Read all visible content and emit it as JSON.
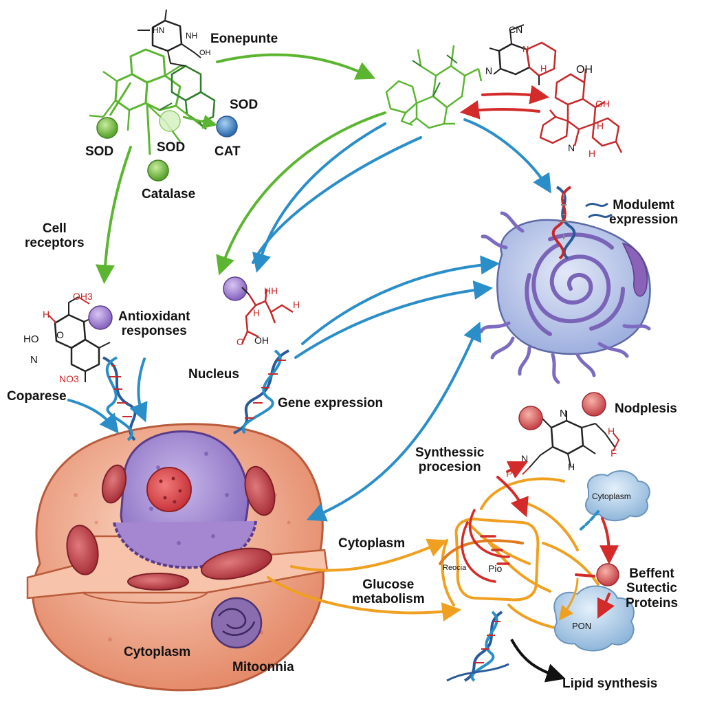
{
  "molecule_text": {
    "hn": "HN",
    "nh": "NH",
    "oh": "OH",
    "cn": "CN",
    "n": "N",
    "h": "H",
    "o": "O",
    "oh3": "OH3",
    "ho": "HO",
    "no3": "NO3",
    "hh": "HH",
    "f": "F",
    "p": "P"
  },
  "labels": {
    "eonepunte": "Eonepunte",
    "sod_1": "SOD",
    "sod_2": "SOD",
    "sod_3": "SOD",
    "cat": "CAT",
    "catalase": "Catalase",
    "cell_receptors": "Cell\nreceptors",
    "modulemt_expression": "Modulemt\nexpression",
    "antioxidant_responses": "Antioxidant\nresponses",
    "nucleus": "Nucleus",
    "coparese": "Coparese",
    "gene_expression": "Gene expression",
    "nodplesis": "Nodplesis",
    "synthessic_procesion": "Synthessic\nprocesion",
    "cytoplasm_bubble": "Cytoplasm",
    "cytoplasm_arrow": "Cytoplasm",
    "glucose_metabolism": "Glucose\nmetabolism",
    "beffent_proteins": "Beffent\nSutectic\nProteins",
    "pon": "PON",
    "reocia": "Reocia",
    "pio": "Pio",
    "cytoplasm_cell": "Cytoplasm",
    "mitoonnia": "Mitoonnia",
    "lipid_synthesis": "Lipid synthesis"
  },
  "colors": {
    "green": "#5cb531",
    "blue": "#2a8ec8",
    "red": "#d32a2a",
    "orange": "#f0a020",
    "black": "#111111",
    "purple": "#8f7cc4",
    "cell": "#f2a98c",
    "mito": "#c8464c"
  }
}
